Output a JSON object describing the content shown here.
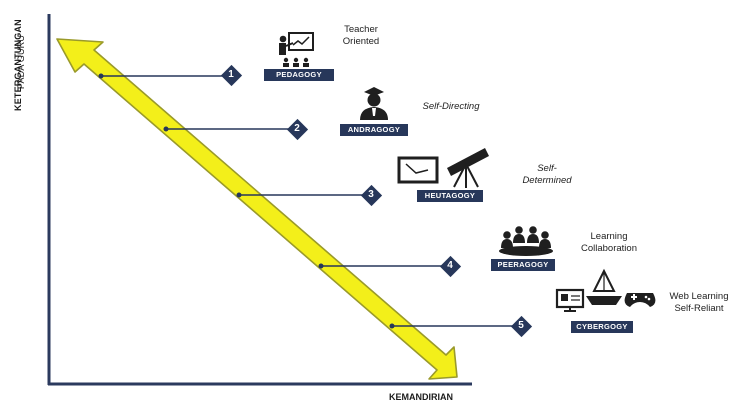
{
  "axes": {
    "y_label_line1": "KETERGANTUNGAN",
    "y_label_line2": "PADA GURU",
    "x_label": "KEMANDIRIAN"
  },
  "colors": {
    "arrow_fill": "#f3ef1a",
    "arrow_outline": "#9a9a2a",
    "navy": "#27375a"
  },
  "stages": [
    {
      "number": "1",
      "badge": "PEDAGOGY",
      "caption_line1": "Teacher",
      "caption_line2": "Oriented",
      "icon": "teacher-board-icon"
    },
    {
      "number": "2",
      "badge": "ANDRAGOGY",
      "caption_line1": "Self-Directing",
      "caption_line2": "",
      "icon": "graduate-person-icon"
    },
    {
      "number": "3",
      "badge": "HEUTAGOGY",
      "caption_line1": "Self-",
      "caption_line2": "Determined",
      "icon": "telescope-icon"
    },
    {
      "number": "4",
      "badge": "PEERAGOGY",
      "caption_line1": "Learning",
      "caption_line2": "Collaboration",
      "icon": "group-meeting-icon"
    },
    {
      "number": "5",
      "badge": "CYBERGOGY",
      "caption_line1": "Web Learning",
      "caption_line2": "Self-Reliant",
      "icon": "cyber-devices-icon"
    }
  ]
}
